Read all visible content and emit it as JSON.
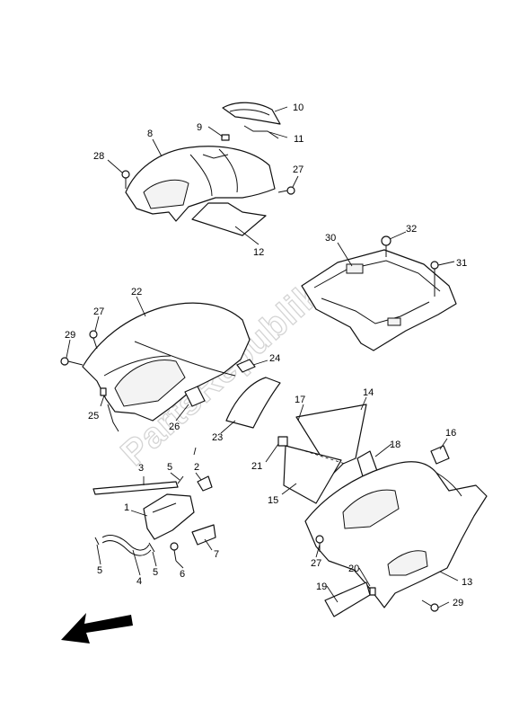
{
  "watermark": "PartsRepublik",
  "callouts": [
    {
      "id": "c1",
      "label": "1"
    },
    {
      "id": "c2",
      "label": "2"
    },
    {
      "id": "c3",
      "label": "3"
    },
    {
      "id": "c4",
      "label": "4"
    },
    {
      "id": "c5a",
      "label": "5"
    },
    {
      "id": "c5b",
      "label": "5"
    },
    {
      "id": "c5c",
      "label": "5"
    },
    {
      "id": "c6",
      "label": "6"
    },
    {
      "id": "c7",
      "label": "7"
    },
    {
      "id": "c8",
      "label": "8"
    },
    {
      "id": "c9",
      "label": "9"
    },
    {
      "id": "c10",
      "label": "10"
    },
    {
      "id": "c11",
      "label": "11"
    },
    {
      "id": "c12",
      "label": "12"
    },
    {
      "id": "c13",
      "label": "13"
    },
    {
      "id": "c14",
      "label": "14"
    },
    {
      "id": "c15",
      "label": "15"
    },
    {
      "id": "c16",
      "label": "16"
    },
    {
      "id": "c17",
      "label": "17"
    },
    {
      "id": "c18",
      "label": "18"
    },
    {
      "id": "c19",
      "label": "19"
    },
    {
      "id": "c20",
      "label": "20"
    },
    {
      "id": "c21",
      "label": "21"
    },
    {
      "id": "c22",
      "label": "22"
    },
    {
      "id": "c23",
      "label": "23"
    },
    {
      "id": "c24",
      "label": "24"
    },
    {
      "id": "c25",
      "label": "25"
    },
    {
      "id": "c26",
      "label": "26"
    },
    {
      "id": "c27a",
      "label": "27"
    },
    {
      "id": "c27b",
      "label": "27"
    },
    {
      "id": "c27c",
      "label": "27"
    },
    {
      "id": "c28",
      "label": "28"
    },
    {
      "id": "c29a",
      "label": "29"
    },
    {
      "id": "c29b",
      "label": "29"
    },
    {
      "id": "c30",
      "label": "30"
    },
    {
      "id": "c31",
      "label": "31"
    },
    {
      "id": "c32",
      "label": "32"
    }
  ],
  "icons": {
    "direction_arrow": "front-direction-arrow-icon"
  }
}
